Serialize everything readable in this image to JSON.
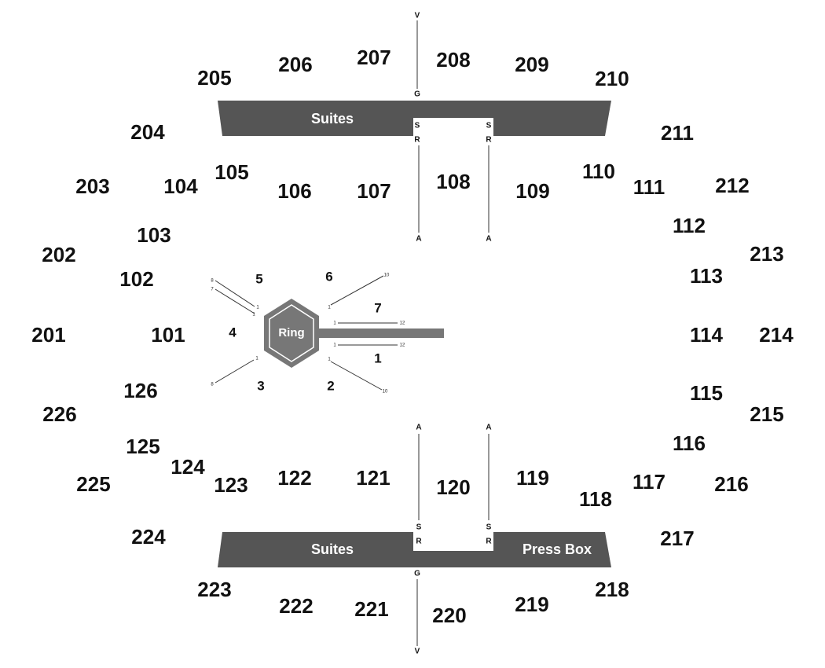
{
  "colors": {
    "band": "#555555",
    "ring": "#777777",
    "ink": "#111111"
  },
  "suites_top_label": "Suites",
  "suites_bottom_label": "Suites",
  "press_box_label": "Press Box",
  "ring_label": "Ring",
  "walkway_letters": {
    "V": "V",
    "G": "G",
    "S": "S",
    "R": "R",
    "A": "A"
  },
  "floor_seat_markers": {
    "one": "1",
    "seven": "7",
    "eight": "8",
    "ten": "10",
    "twelve": "12"
  },
  "sections": {
    "s101": "101",
    "s102": "102",
    "s103": "103",
    "s104": "104",
    "s105": "105",
    "s106": "106",
    "s107": "107",
    "s108": "108",
    "s109": "109",
    "s110": "110",
    "s111": "111",
    "s112": "112",
    "s113": "113",
    "s114": "114",
    "s115": "115",
    "s116": "116",
    "s117": "117",
    "s118": "118",
    "s119": "119",
    "s120": "120",
    "s121": "121",
    "s122": "122",
    "s123": "123",
    "s124": "124",
    "s125": "125",
    "s126": "126",
    "s201": "201",
    "s202": "202",
    "s203": "203",
    "s204": "204",
    "s205": "205",
    "s206": "206",
    "s207": "207",
    "s208": "208",
    "s209": "209",
    "s210": "210",
    "s211": "211",
    "s212": "212",
    "s213": "213",
    "s214": "214",
    "s215": "215",
    "s216": "216",
    "s217": "217",
    "s218": "218",
    "s219": "219",
    "s220": "220",
    "s221": "221",
    "s222": "222",
    "s223": "223",
    "s224": "224",
    "s225": "225",
    "s226": "226"
  },
  "floor_sections": {
    "f1": "1",
    "f2": "2",
    "f3": "3",
    "f4": "4",
    "f5": "5",
    "f6": "6",
    "f7": "7"
  }
}
